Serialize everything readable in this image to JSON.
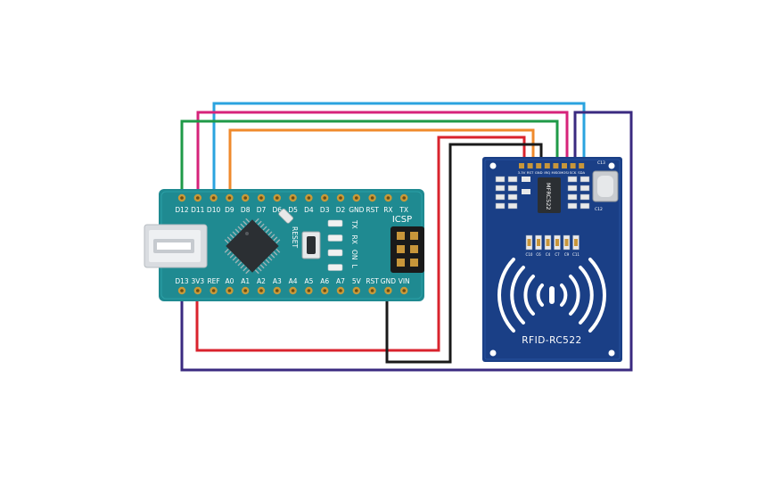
{
  "nano": {
    "top_pins": [
      "D12",
      "D11",
      "D10",
      "D9",
      "D8",
      "D7",
      "D6",
      "D5",
      "D4",
      "D3",
      "D2",
      "GND",
      "RST",
      "RX",
      "TX"
    ],
    "bottom_pins": [
      "D13",
      "3V3",
      "REF",
      "A0",
      "A1",
      "A2",
      "A3",
      "A4",
      "A5",
      "A6",
      "A7",
      "5V",
      "RST",
      "GND",
      "VIN"
    ],
    "icsp_label": "ICSP",
    "reset_label": "RESET",
    "led_labels": [
      "TX",
      "RX",
      "ON",
      "L"
    ]
  },
  "rfid": {
    "module_label": "RFID-RC522",
    "chip_label": "MFRC522",
    "pin_labels": [
      "3.3V",
      "RST",
      "GND",
      "IRQ",
      "MISO",
      "MOSI",
      "SCK",
      "SDA"
    ],
    "cap_labels": [
      "C10",
      "C6",
      "C4",
      "C7",
      "C9",
      "C11"
    ],
    "right_labels": [
      "C13",
      "C12"
    ]
  },
  "wires": {
    "blue": "#2aa3df",
    "pink": "#d6237a",
    "green": "#1f9a48",
    "orange": "#ef8a2c",
    "red": "#d9232d",
    "black": "#1a1a1a",
    "purple": "#3a2a80"
  },
  "colors": {
    "board": "#1f8a91",
    "board_dark": "#16707a",
    "rfid_board": "#1a3f86",
    "rfid_dark": "#153670"
  }
}
